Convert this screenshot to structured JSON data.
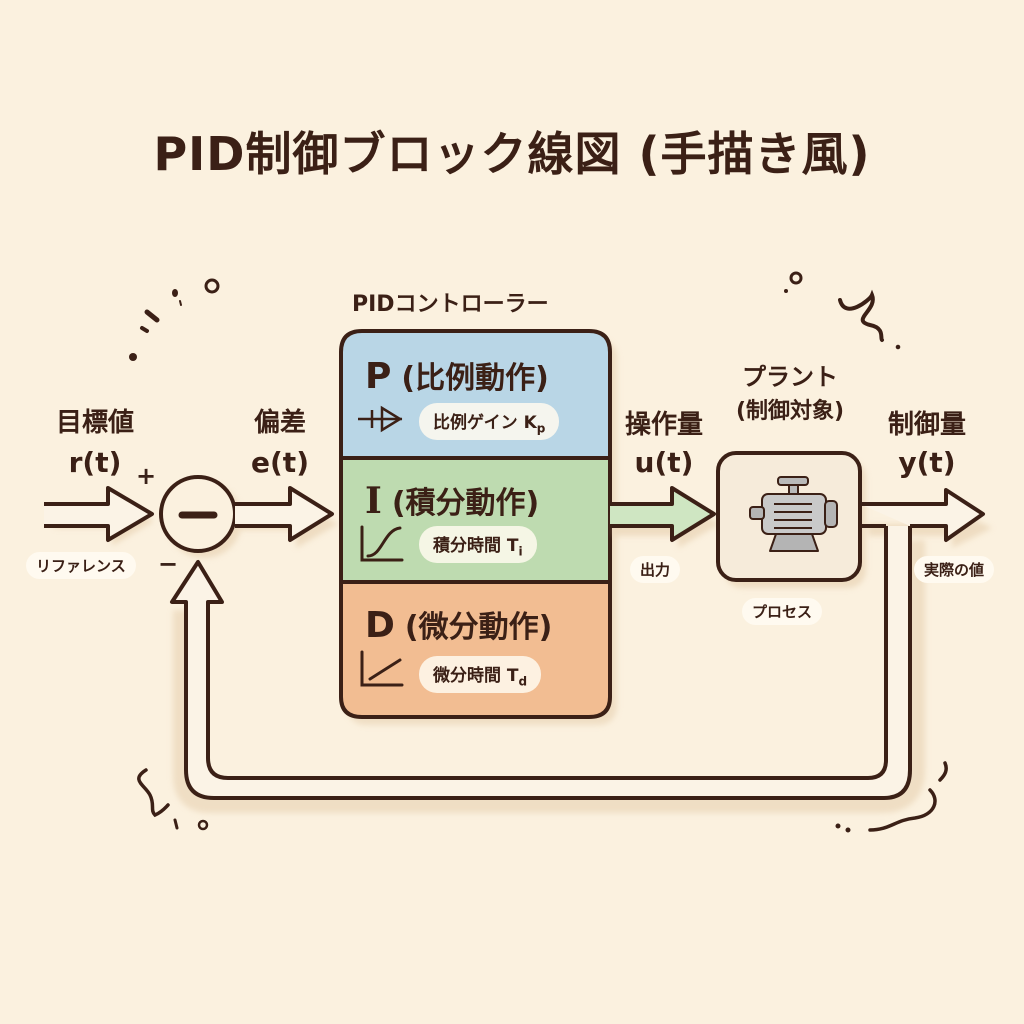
{
  "title": "PID制御ブロック線図 (手描き風)",
  "colors": {
    "background": "#fbf1df",
    "ink": "#3b2016",
    "p_block": "#b9d6e6",
    "i_block": "#bedbb0",
    "d_block": "#f2bd92",
    "plant_box": "#f6ebda",
    "shadow": "#e6cfae",
    "output_arrow_fill": "#cfe6c2"
  },
  "reference": {
    "label": "目標値",
    "signal": "r(t)",
    "tag": "リファレンス",
    "plus_sign": "+",
    "minus_sign": "−"
  },
  "summing_junction": {
    "symbol": "−"
  },
  "error": {
    "label": "偏差",
    "signal": "e(t)"
  },
  "controller": {
    "title": "PIDコントローラー",
    "blocks": [
      {
        "letter": "P",
        "name": "(比例動作)",
        "param_label": "比例ゲイン K",
        "param_sub": "p",
        "icon": "amplifier-icon"
      },
      {
        "letter": "I",
        "name": "(積分動作)",
        "param_label": "積分時間 T",
        "param_sub": "i",
        "icon": "s-curve-graph-icon"
      },
      {
        "letter": "D",
        "name": "(微分動作)",
        "param_label": "微分時間 T",
        "param_sub": "d",
        "icon": "ramp-graph-icon"
      }
    ]
  },
  "manipulated": {
    "label": "操作量",
    "signal": "u(t)",
    "tag": "出力"
  },
  "plant": {
    "title": "プラント",
    "subtitle": "(制御対象)",
    "icon": "motor-icon",
    "tag": "プロセス"
  },
  "output": {
    "label": "制御量",
    "signal": "y(t)",
    "tag": "実際の値"
  }
}
